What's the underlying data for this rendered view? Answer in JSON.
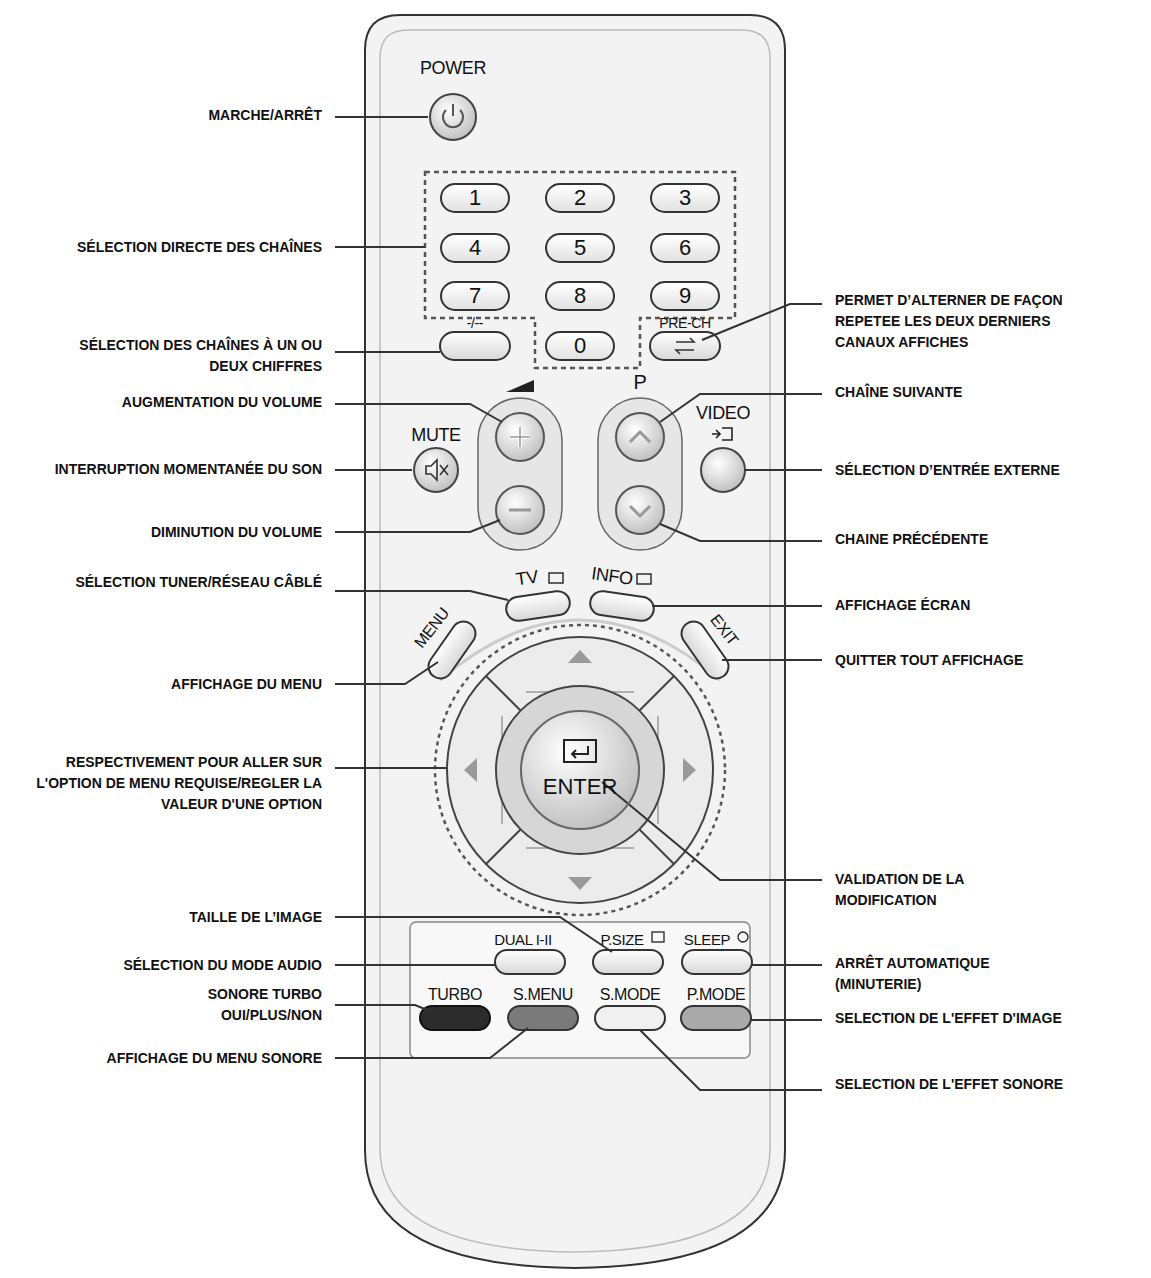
{
  "diagram": {
    "nodes": [
      {
        "text": [
          "1"
        ]
      },
      {
        "text": [
          "2"
        ]
      },
      {
        "text": [
          "3"
        ]
      },
      {
        "text": [
          "4"
        ]
      },
      {
        "text": [
          "5"
        ]
      },
      {
        "text": [
          "6"
        ]
      },
      {
        "text": [
          "7"
        ]
      },
      {
        "text": [
          "8"
        ]
      },
      {
        "text": [
          "9"
        ]
      },
      {
        "text": [
          "0"
        ]
      },
      {
        "text": [
          "ENTER"
        ]
      }
    ],
    "labels": [
      "MARCHE/ARRÊT",
      "SÉLECTION DIRECTE DES CHAÎNES",
      "SÉLECTION DES CHAÎNES À UN OU DEUX CHIFFRES",
      "AUGMENTATION DU VOLUME",
      "INTERRUPTION MOMENTANÉE DU SON",
      "DIMINUTION DU VOLUME",
      "SÉLECTION TUNER/RÉSEAU CÂBLÉ",
      "AFFICHAGE DU MENU",
      "RESPECTIVEMENT POUR ALLER SUR L'OPTION DE MENU REQUISE/REGLER LA VALEUR D'UNE OPTION",
      "TAILLE DE L’IMAGE",
      "SÉLECTION DU MODE AUDIO",
      "SONORE TURBO OUI/PLUS/NON",
      "AFFICHAGE DU MENU SONORE",
      "PERMET D’ALTERNER DE FAÇON REPETEE LES DEUX DERNIERS CANAUX AFFICHES",
      "CHAÎNE SUIVANTE",
      "SÉLECTION D’ENTRÉE EXTERNE",
      "CHAINE PRÉCÉDENTE",
      "AFFICHAGE ÉCRAN",
      "QUITTER TOUT AFFICHAGE",
      "VALIDATION DE LA MODIFICATION",
      "ARRÊT AUTOMATIQUE (MINUTERIE)",
      "SELECTION DE L'EFFET D'IMAGE",
      "SELECTION DE L'EFFET SONORE",
      "POWER",
      "-/--",
      "PRE-CH",
      "MUTE",
      "P",
      "VIDEO",
      "TV",
      "INFO",
      "MENU",
      "EXIT",
      "DUAL I-II",
      "P.SIZE",
      "SLEEP",
      "TURBO",
      "S.MENU",
      "S.MODE",
      "P.MODE"
    ]
  }
}
